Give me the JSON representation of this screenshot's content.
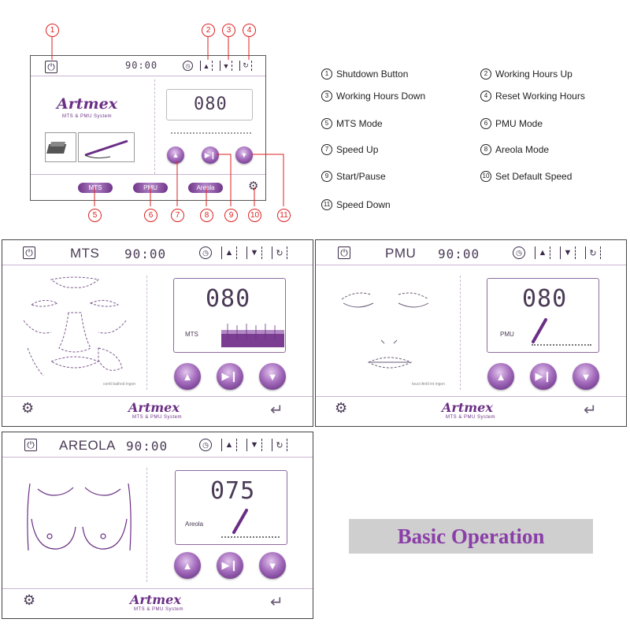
{
  "overview": {
    "timer": "90:00",
    "brand": "Artmex",
    "brand_sub": "MTS & PMU System",
    "display": "080",
    "mode_buttons": [
      "MTS",
      "PMU",
      "Areola"
    ]
  },
  "callouts": [
    "1",
    "2",
    "3",
    "4",
    "5",
    "6",
    "7",
    "8",
    "9",
    "10",
    "11"
  ],
  "legend": [
    {
      "num": "1",
      "label": "Shutdown Button"
    },
    {
      "num": "2",
      "label": "Working Hours Up"
    },
    {
      "num": "3",
      "label": "Working Hours Down"
    },
    {
      "num": "4",
      "label": "Reset Working Hours"
    },
    {
      "num": "5",
      "label": "MTS Mode"
    },
    {
      "num": "6",
      "label": "PMU Mode"
    },
    {
      "num": "7",
      "label": "Speed Up"
    },
    {
      "num": "8",
      "label": "Areola Mode"
    },
    {
      "num": "9",
      "label": "Start/Pause"
    },
    {
      "num": "10",
      "label": "Set Default Speed"
    },
    {
      "num": "11",
      "label": "Speed Down"
    }
  ],
  "screens": {
    "mts": {
      "title": "MTS",
      "timer": "90:00",
      "display": "080",
      "label": "MTS",
      "caption": "contt bathod ingon",
      "brand": "Artmex",
      "brand_sub": "MTS & PMU System"
    },
    "pmu": {
      "title": "PMU",
      "timer": "90:00",
      "display": "080",
      "label": "PMU",
      "caption": "touct Antil int ingon",
      "brand": "Artmex",
      "brand_sub": "MTS & PMU System"
    },
    "areola": {
      "title": "AREOLA",
      "timer": "90:00",
      "display": "075",
      "label": "Areola",
      "brand": "Artmex",
      "brand_sub": "MTS & PMU System"
    }
  },
  "banner": "Basic Operation",
  "colors": {
    "accent": "#6a2f85",
    "callout": "#dd2222",
    "banner_bg": "#cfcfcf",
    "banner_text": "#8a3ea8"
  },
  "icons": [
    "power-icon",
    "clock-icon",
    "up-triangle-icon",
    "down-triangle-icon",
    "reset-icon",
    "play-pause-icon",
    "gear-icon",
    "back-arrow-icon"
  ]
}
